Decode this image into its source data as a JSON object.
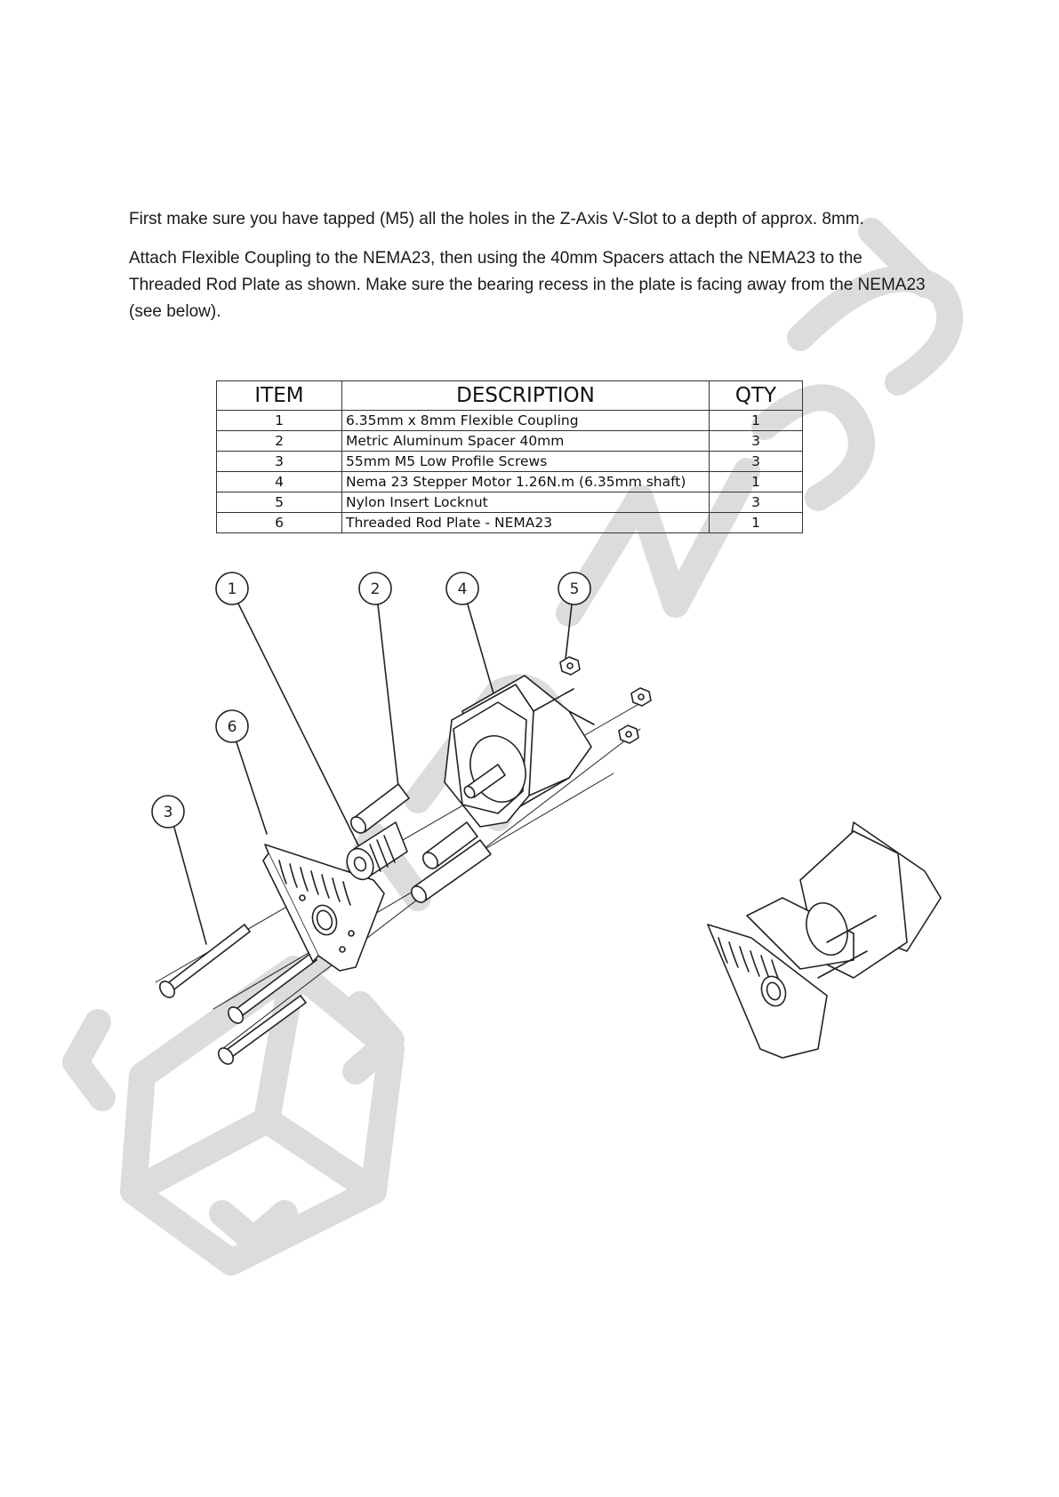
{
  "instructions": {
    "paragraph_1": "First make sure you have tapped (M5) all the holes in the Z-Axis V-Slot to a depth of approx. 8mm.",
    "paragraph_2": "Attach Flexible Coupling to the NEMA23, then using the 40mm Spacers attach the NEMA23 to the Threaded Rod Plate as shown.  Make sure the bearing recess in the plate is facing away from the NEMA23 (see below)."
  },
  "bom": {
    "headers": {
      "item": "ITEM",
      "description": "DESCRIPTION",
      "qty": "QTY"
    },
    "rows": [
      {
        "item": "1",
        "description": "6.35mm x 8mm Flexible Coupling",
        "qty": "1"
      },
      {
        "item": "2",
        "description": "Metric Aluminum Spacer 40mm",
        "qty": "3"
      },
      {
        "item": "3",
        "description": "55mm M5 Low Profile Screws",
        "qty": "3"
      },
      {
        "item": "4",
        "description": "Nema 23 Stepper Motor 1.26N.m (6.35mm shaft)",
        "qty": "1"
      },
      {
        "item": "5",
        "description": "Nylon Insert Locknut",
        "qty": "3"
      },
      {
        "item": "6",
        "description": "Threaded Rod Plate - NEMA23",
        "qty": "1"
      }
    ]
  },
  "balloons": [
    "1",
    "2",
    "4",
    "5",
    "6",
    "3"
  ],
  "watermark": {
    "color": "#d9d9d9"
  }
}
